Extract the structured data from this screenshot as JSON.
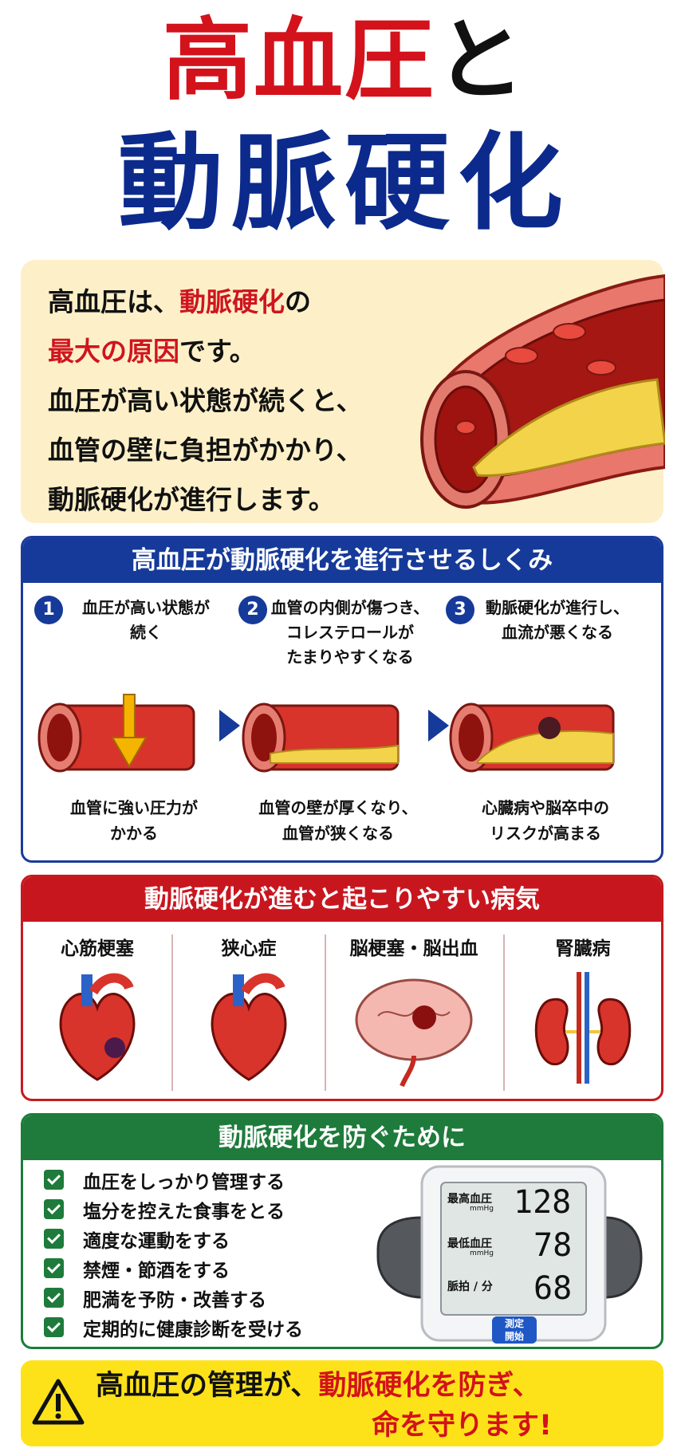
{
  "title": {
    "line1_red": "高血圧",
    "line1_black": "と",
    "line2": "動脈硬化"
  },
  "intro": {
    "l1a": "高血圧は、",
    "l1b": "動脈硬化",
    "l1c": "の",
    "l2a": "最大の原因",
    "l2b": "です。",
    "l3": "血圧が高い状態が続くと、",
    "l4": "血管の壁に負担がかかり、",
    "l5": "動脈硬化が進行します。"
  },
  "mechanism": {
    "heading": "高血圧が動脈硬化を進行させるしくみ",
    "steps": [
      {
        "num": "1",
        "text": "血圧が高い状態が\n続く",
        "caption": "血管に強い圧力が\nかかる"
      },
      {
        "num": "2",
        "text": "血管の内側が傷つき、\nコレステロールが\nたまりやすくなる",
        "caption": "血管の壁が厚くなり、\n血管が狭くなる"
      },
      {
        "num": "3",
        "text": "動脈硬化が進行し、\n血流が悪くなる",
        "caption": "心臓病や脳卒中の\nリスクが高まる"
      }
    ]
  },
  "diseases": {
    "heading": "動脈硬化が進むと起こりやすい病気",
    "items": [
      {
        "label": "心筋梗塞",
        "icon": "heart-infarction-icon"
      },
      {
        "label": "狭心症",
        "icon": "heart-icon"
      },
      {
        "label": "脳梗塞・脳出血",
        "icon": "brain-icon"
      },
      {
        "label": "腎臓病",
        "icon": "kidney-icon"
      }
    ]
  },
  "prevention": {
    "heading": "動脈硬化を防ぐために",
    "items": [
      "血圧をしっかり管理する",
      "塩分を控えた食事をとる",
      "適度な運動をする",
      "禁煙・節酒をする",
      "肥満を予防・改善する",
      "定期的に健康診断を受ける"
    ],
    "monitor": {
      "sys_label": "最高血圧",
      "dia_label": "最低血圧",
      "pulse_label": "脈拍 / 分",
      "unit": "mmHg",
      "sys": "128",
      "dia": "78",
      "pulse": "68",
      "button_l1": "測定",
      "button_l2": "開始"
    }
  },
  "footer": {
    "a": "高血圧の管理が、",
    "b": "動脈硬化を防ぎ、",
    "c": "命を守ります!"
  },
  "colors": {
    "red": "#d3121b",
    "navy": "#0b2a8c",
    "green": "#1e7b3b",
    "yellow": "#fde21a"
  }
}
